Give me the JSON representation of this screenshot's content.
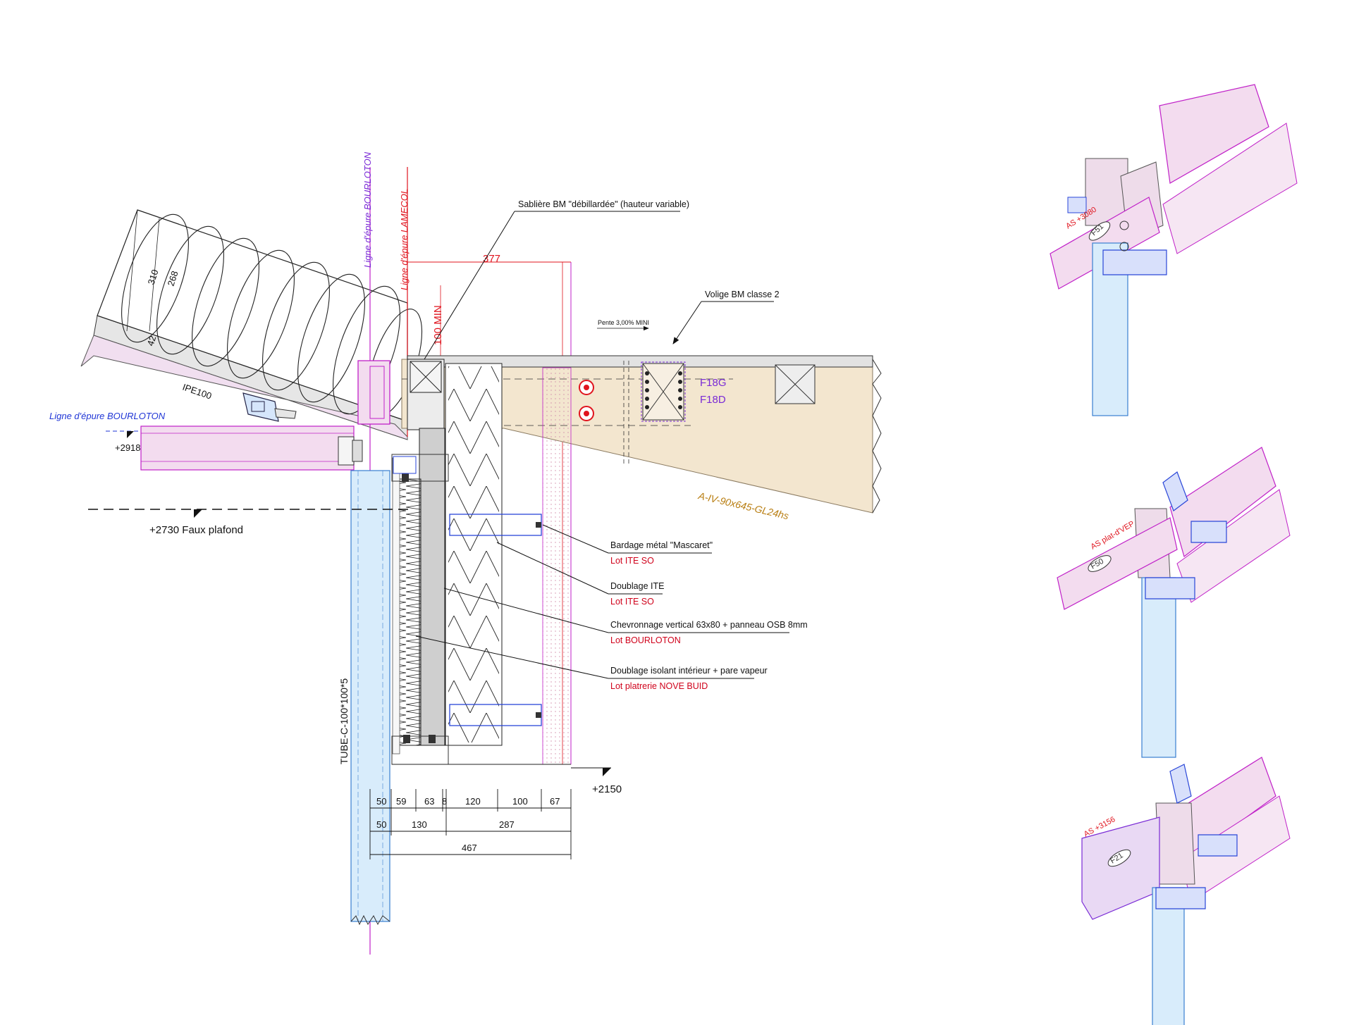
{
  "colors": {
    "timber": "#f3e6cf",
    "steel_pink": "#f3dcef",
    "tube_blue": "#d8ecfb",
    "roof_grey": "#dcdcdc",
    "red_text": "#d0021b",
    "blue_text": "#1f35d6",
    "purple_text": "#7a2bd6",
    "magenta_line": "#c020c8",
    "orange_text": "#b87d10"
  },
  "section": {
    "epure_bourloton_vertical": "Ligne d'épure BOURLOTON",
    "epure_lamecol": "Ligne d'épure LAMECOL",
    "epure_bourloton_horizontal": "Ligne d'épure BOURLOTON",
    "sabliere": "Sablière BM \"débillardée\" (hauteur variable)",
    "volige": "Volige BM classe 2",
    "pente": "Pente 3,00% MINI",
    "min100": "100 MIN",
    "d377": "377",
    "d310": "310",
    "d268": "268",
    "d42": "42",
    "ipe": "IPE100",
    "lvl2918": "+2918",
    "faux_plafond": "+2730 Faux plafond",
    "f18g": "F18G",
    "f18d": "F18D",
    "beam": "A-IV-90x645-GL24hs",
    "tube": "TUBE-C-100*100*5",
    "lvl2150": "+2150"
  },
  "callouts": [
    {
      "title": "Bardage métal \"Mascaret\"",
      "lot": "Lot ITE SO"
    },
    {
      "title": "Doublage ITE",
      "lot": "Lot ITE SO"
    },
    {
      "title": "Chevronnage vertical 63x80 + panneau OSB 8mm",
      "lot": "Lot BOURLOTON"
    },
    {
      "title": "Doublage isolant intérieur + pare vapeur",
      "lot": "Lot platrerie NOVE BUID"
    }
  ],
  "dimensions": {
    "row1": [
      "50",
      "59",
      "63",
      "8",
      "120",
      "100",
      "67"
    ],
    "row2": [
      "50",
      "130",
      "287"
    ],
    "row3": [
      "467"
    ]
  },
  "iso_views": [
    {
      "tag": "F51",
      "level": "AS +3080"
    },
    {
      "tag": "F50",
      "level": "AS plat-d'VEP"
    },
    {
      "tag": "F21",
      "level": "AS +3156"
    }
  ]
}
